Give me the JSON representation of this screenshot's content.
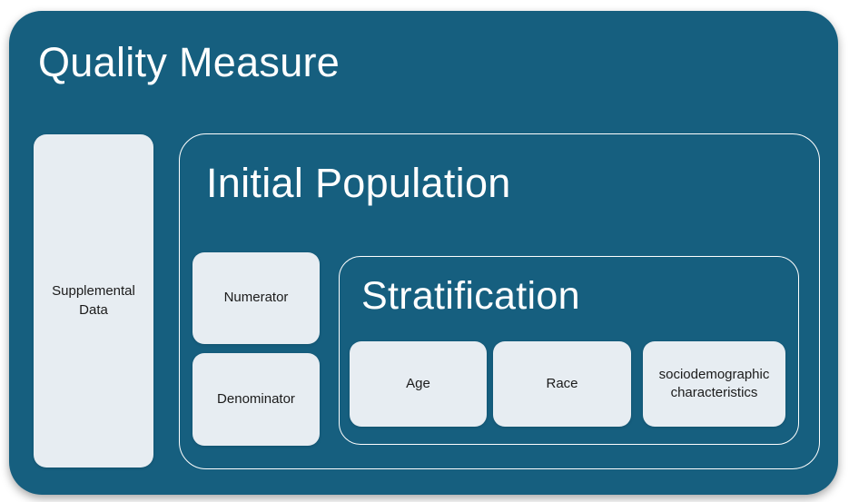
{
  "colors": {
    "container": "#165f7f",
    "box": "#e7edf2",
    "outline": "#ffffff",
    "text_dark": "#1b1b1b",
    "text_light": "#ffffff",
    "page": "#ffffff"
  },
  "diagram": {
    "title": "Quality Measure",
    "supplemental_label": "Supplemental\nData",
    "initial_population": {
      "title": "Initial Population",
      "numerator_label": "Numerator",
      "denominator_label": "Denominator",
      "stratification": {
        "title": "Stratification",
        "items": [
          {
            "label": "Age"
          },
          {
            "label": "Race"
          },
          {
            "label": "sociodemographic\ncharacteristics"
          }
        ]
      }
    }
  }
}
